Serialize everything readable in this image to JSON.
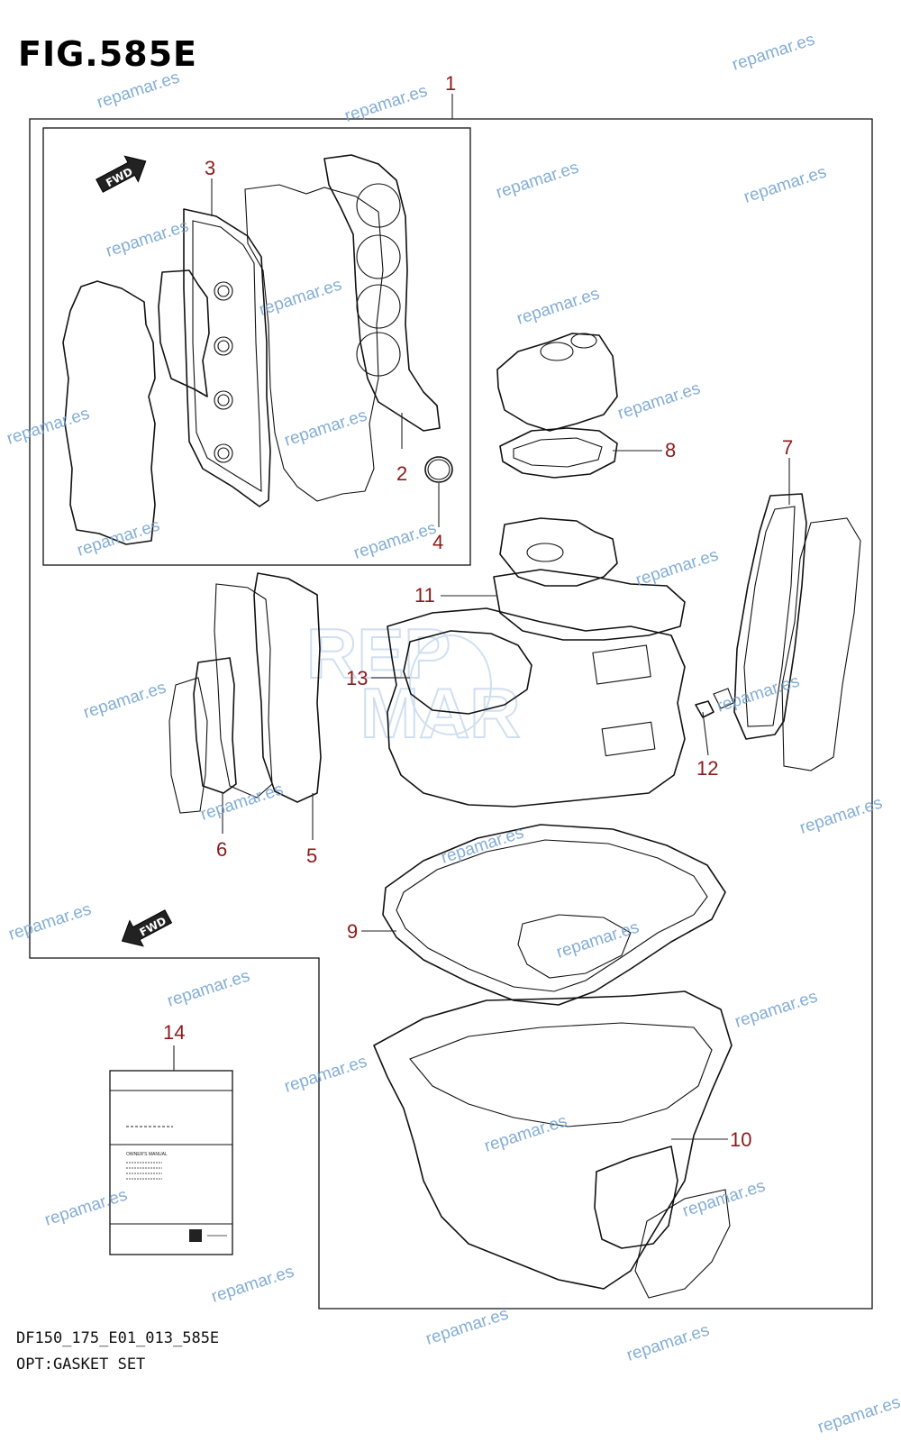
{
  "figure": {
    "title": "FIG.585E",
    "code": "DF150_175_E01_013_585E",
    "description": "OPT:GASKET SET"
  },
  "callouts": [
    "1",
    "2",
    "3",
    "4",
    "5",
    "6",
    "7",
    "8",
    "9",
    "10",
    "11",
    "12",
    "13",
    "14"
  ],
  "fwd_labels": [
    "FWD",
    "FWD"
  ],
  "manual_label": "OWNER'S MANUAL",
  "watermark_text": "repamar.es",
  "logo_text": [
    "REP",
    "MAR"
  ],
  "colors": {
    "callout": "#8b1a1a",
    "watermark": "#6fa0cf",
    "line": "#111111"
  }
}
